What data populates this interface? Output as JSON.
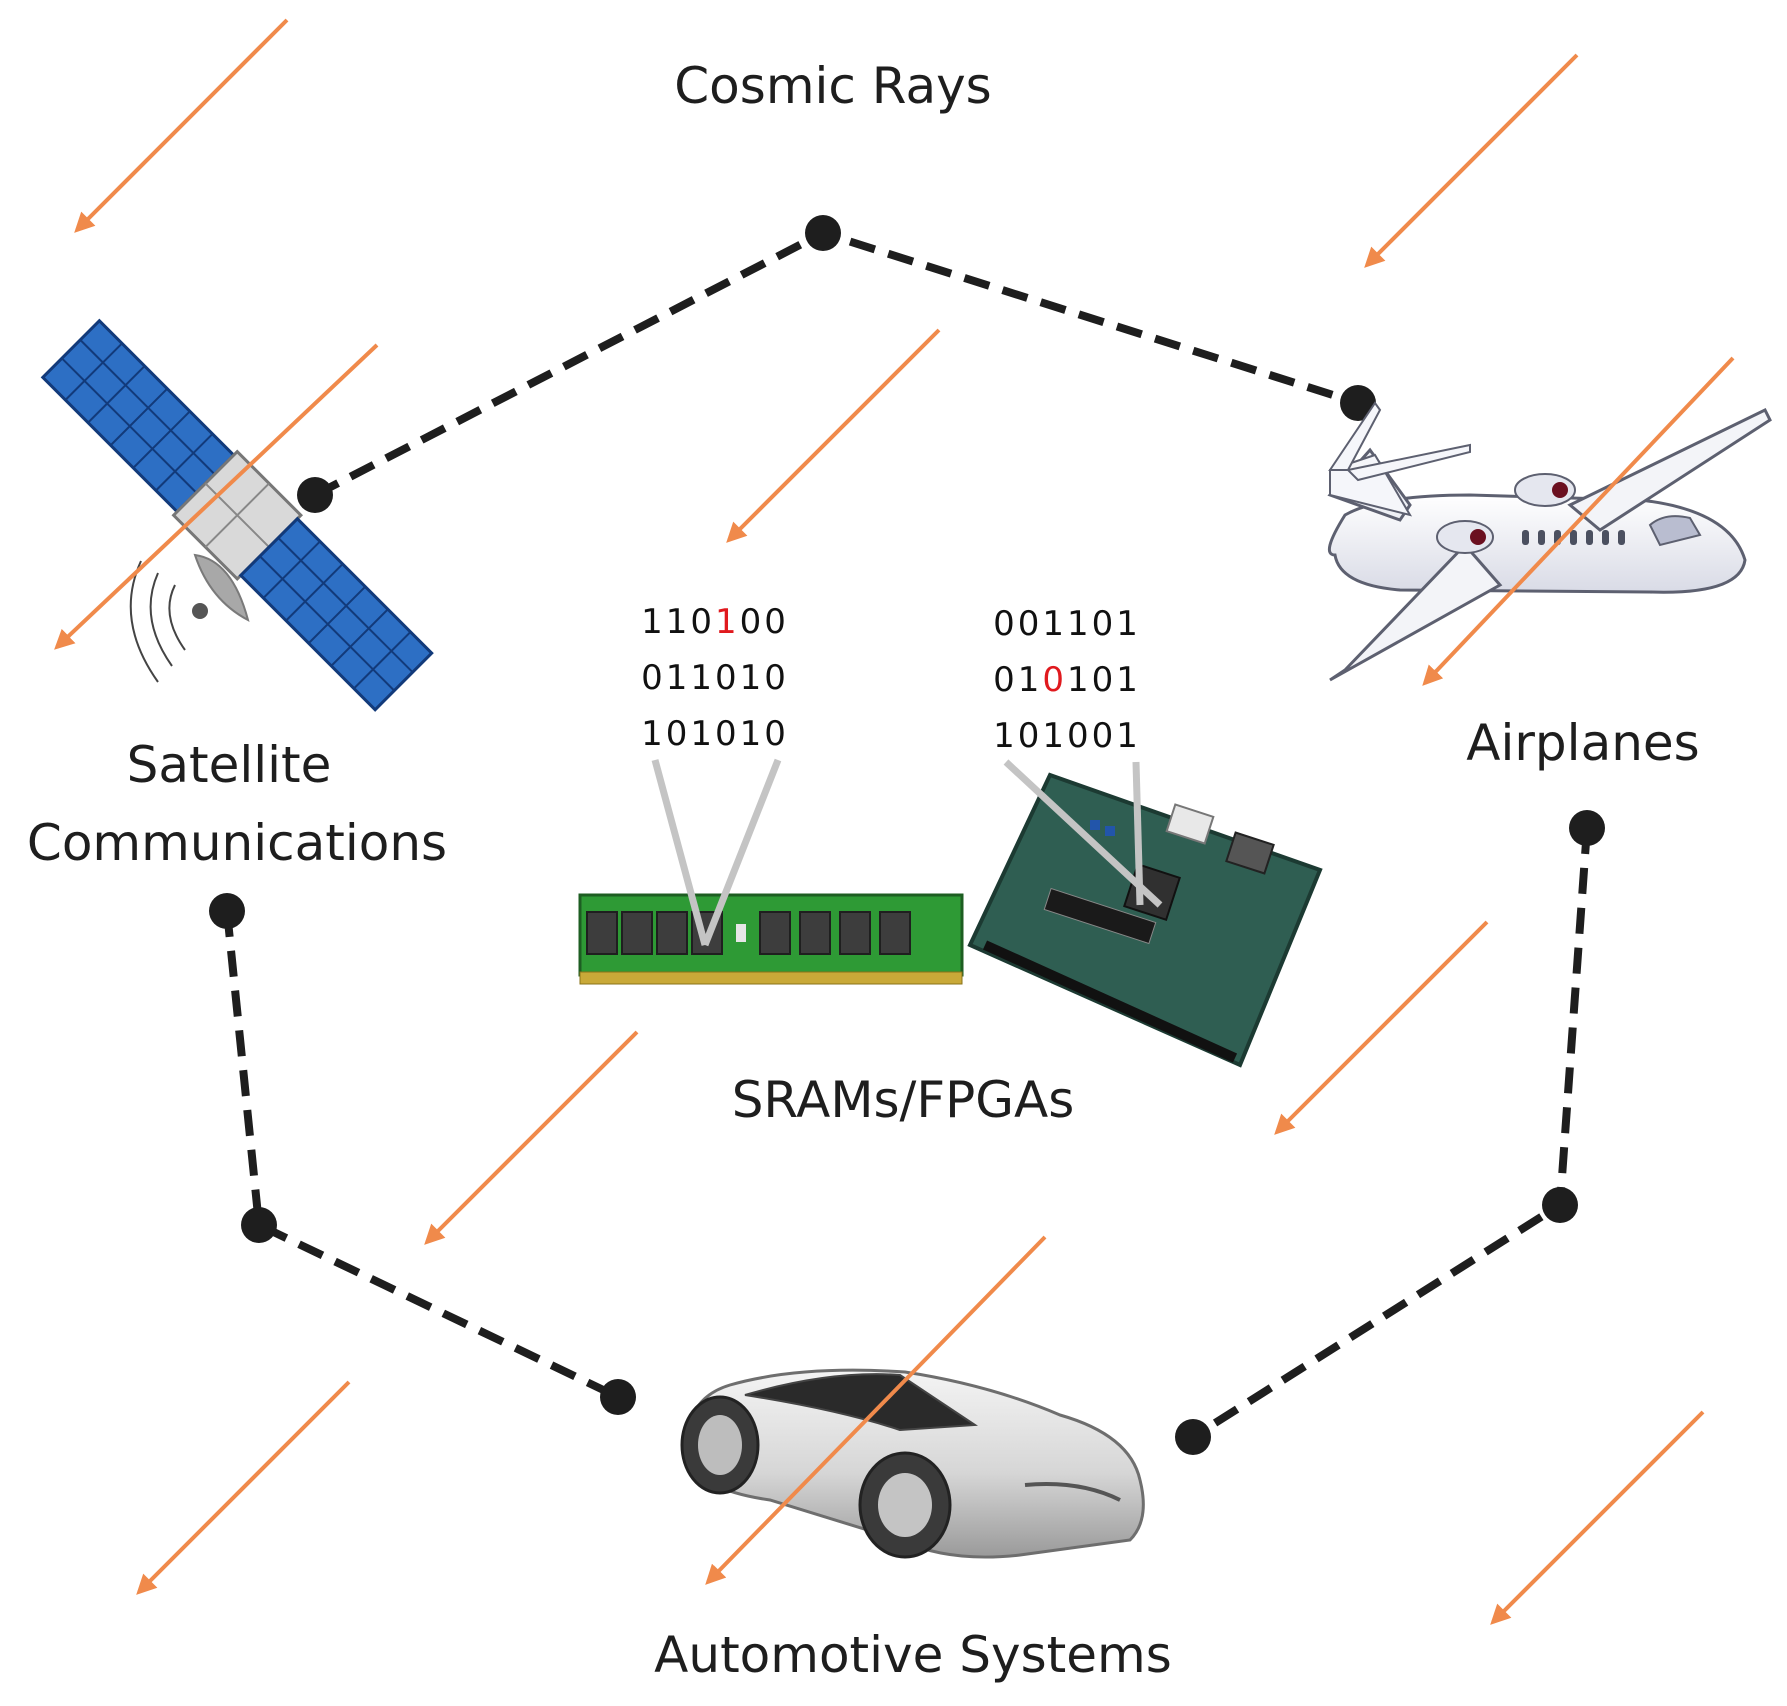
{
  "title": "Cosmic Rays",
  "labels": {
    "satellite_line1": "Satellite",
    "satellite_line2": "Communications",
    "airplanes": "Airplanes",
    "devices": "SRAMs/FPGAs",
    "automotive": "Automotive Systems"
  },
  "sram_bits": [
    {
      "before": "110",
      "flip": "1",
      "after": "00"
    },
    {
      "before": "011010",
      "flip": "",
      "after": ""
    },
    {
      "before": "101010",
      "flip": "",
      "after": ""
    }
  ],
  "fpga_bits": [
    {
      "before": "001101",
      "flip": "",
      "after": ""
    },
    {
      "before": "01",
      "flip": "0",
      "after": "101"
    },
    {
      "before": "101001",
      "flip": "",
      "after": ""
    }
  ],
  "colors": {
    "ray": "#f08a4b",
    "link": "#1e1e1e",
    "bit_flip": "#e0191e",
    "pcb_green": "#2e9a35",
    "fpga_board": "#2f5e52",
    "satellite_panel": "#2d6fc4"
  },
  "icons": [
    "satellite-icon",
    "airplane-icon",
    "sram-module-icon",
    "fpga-board-icon",
    "car-icon"
  ]
}
